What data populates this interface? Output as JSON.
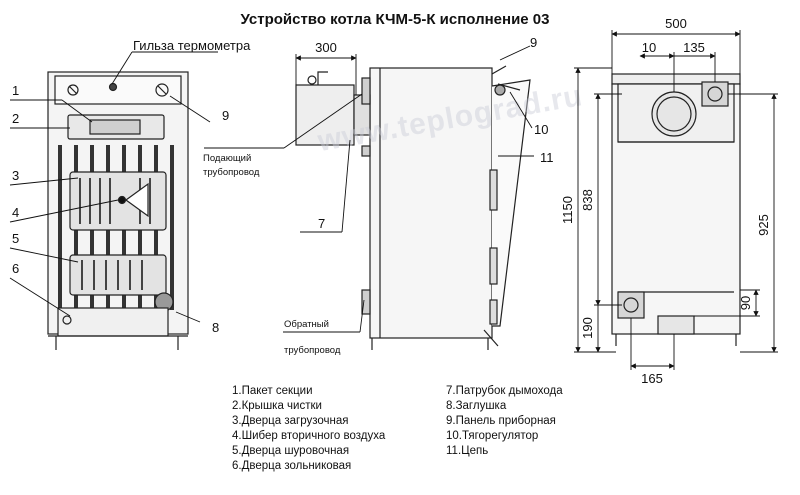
{
  "title": "Устройство котла КЧМ-5-К исполнение 03",
  "watermark": "www.teplograd.ru",
  "callouts": {
    "thermometer": "Гильза термометра",
    "supply_line1": "Подающий",
    "supply_line2": "трубопровод",
    "return_line1": "Обратный",
    "return_line2": "трубопровод"
  },
  "numbers": {
    "n1": "1",
    "n2": "2",
    "n3": "3",
    "n4": "4",
    "n5": "5",
    "n6": "6",
    "n7": "7",
    "n8": "8",
    "n9a": "9",
    "n9b": "9",
    "n10": "10",
    "n11": "11"
  },
  "dimensions": {
    "d300": "300",
    "d500": "500",
    "d10": "10",
    "d135": "135",
    "d1150": "1150",
    "d838": "838",
    "d925": "925",
    "d190": "190",
    "d90": "90",
    "d165": "165"
  },
  "legend_left": [
    "1.Пакет секции",
    "2.Крышка чистки",
    "3.Дверца загрузочная",
    "4.Шибер вторичного воздуха",
    "5.Дверца шуровочная",
    "6.Дверца зольниковая"
  ],
  "legend_right": [
    "7.Патрубок дымохода",
    "8.Заглушка",
    "9.Панель приборная",
    "10.Тягорегулятор",
    "11.Цепь"
  ]
}
